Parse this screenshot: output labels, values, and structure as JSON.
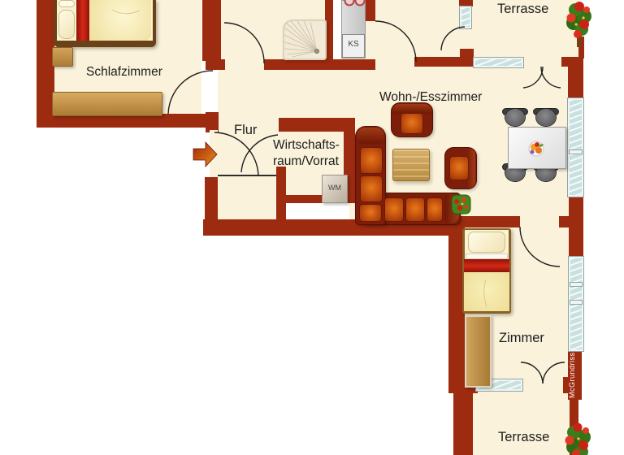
{
  "floorplan": {
    "watermark": "McGrundriss",
    "labels": {
      "schlafzimmer": "Schlafzimmer",
      "flur": "Flur",
      "wirtschaftsraum_line1": "Wirtschafts-",
      "wirtschaftsraum_line2": "raum/Vorrat",
      "wohn_esszimmer": "Wohn-/Esszimmer",
      "zimmer": "Zimmer",
      "terrasse_top": "Terrasse",
      "terrasse_bottom": "Terrasse",
      "fridge": "KS",
      "washing_machine": "WM"
    },
    "colors": {
      "wall": "#9d2b10",
      "floor": "#faf2da",
      "outside": "#ffffff",
      "window_glass": "#d8ebea",
      "wood": "#c4954e",
      "upholstery": "#7c1e09",
      "bed_blanket_red": "#b91b10",
      "door_arc": "#1f1f1f",
      "flower_red": "#cc2a16",
      "plant_green": "#3f8a1c"
    },
    "icons": [
      "double-bed",
      "nightstand",
      "sideboard",
      "shower-tray",
      "fridge-box",
      "stove-burners",
      "washing-machine",
      "sofa-l-shape",
      "armchair",
      "coffee-table",
      "dining-table",
      "dining-chair",
      "fruit-bowl",
      "single-bed",
      "wardrobe",
      "flower-bush",
      "potted-plant",
      "entrance-arrow",
      "door-swing-arc",
      "window"
    ]
  }
}
